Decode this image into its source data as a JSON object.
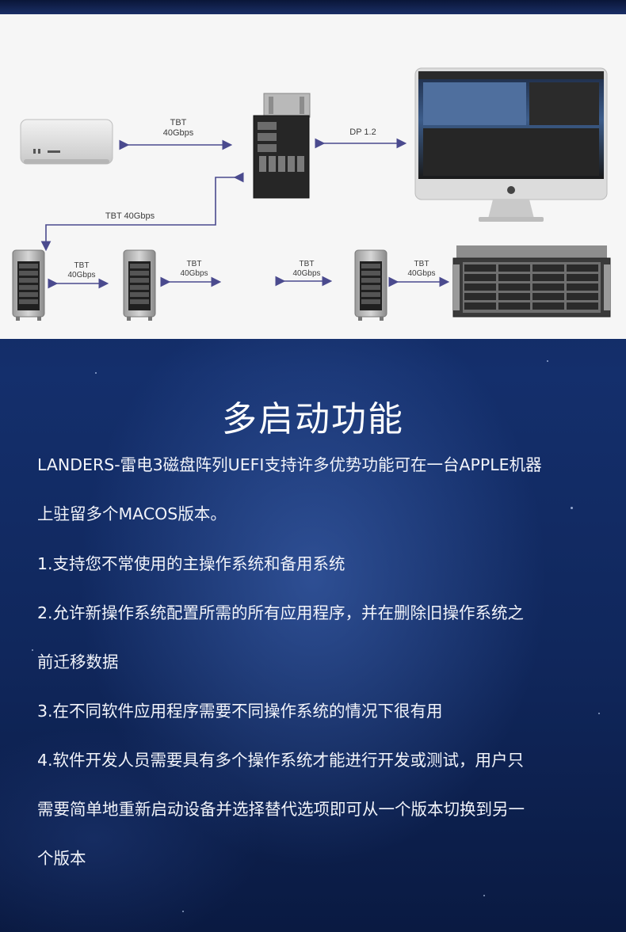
{
  "diagram": {
    "labels": {
      "tbt_top": [
        "TBT",
        "40Gbps"
      ],
      "dp": "DP 1.2",
      "tbt_mid": "TBT 40Gbps",
      "tbt_1": [
        "TBT",
        "40Gbps"
      ],
      "tbt_2": [
        "TBT",
        "40Gbps"
      ],
      "tbt_3": [
        "TBT",
        "40Gbps"
      ],
      "tbt_4": [
        "TBT",
        "40Gbps"
      ]
    }
  },
  "section": {
    "title": "多启动功能",
    "lines": [
      "LANDERS-雷电3磁盘阵列UEFI支持许多优势功能可在一台APPLE机器",
      "上驻留多个MACOS版本。",
      "1.支持您不常使用的主操作系统和备用系统",
      "2.允许新操作系统配置所需的所有应用程序，并在删除旧操作系统之",
      "前迁移数据",
      "3.在不同软件应用程序需要不同操作系统的情况下很有用",
      "4.软件开发人员需要具有多个操作系统才能进行开发或测试，用户只",
      "需要简单地重新启动设备并选择替代选项即可从一个版本切换到另一",
      "个版本"
    ]
  },
  "colors": {
    "arrow": "#4a4a8e",
    "background": "#10275c",
    "text": "#f2f4fa"
  }
}
